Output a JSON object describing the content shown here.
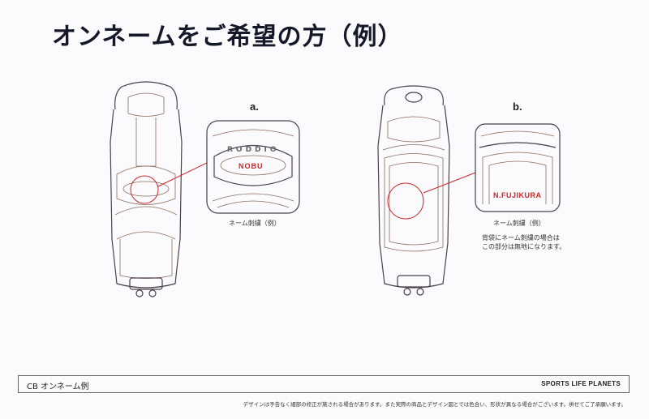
{
  "title": "オンネームをご希望の方（例）",
  "section_a": {
    "letter": "a.",
    "embroidery_text": "NOBU",
    "logo_text": "RODDIO",
    "caption": "ネーム刺繍（例）"
  },
  "section_b": {
    "letter": "b.",
    "embroidery_text": "N.FUJIKURA",
    "caption": "ネーム刺繍（例）",
    "note_line1": "背袋にネーム刺繍の場合は",
    "note_line2": "この部分は無地になります。"
  },
  "footer": {
    "left_label": "CB オンネーム例",
    "brand": "SPORTS  LIFE  PLANETS",
    "disclaimer": "デザインは予告なく細部の修正が施される場合があります。また実際の商品とデザイン図とでは色合い、形状が異なる場合がございます。併せてご了承願います。"
  },
  "colors": {
    "accent_red": "#c8282a",
    "outline": "#4a4050"
  }
}
